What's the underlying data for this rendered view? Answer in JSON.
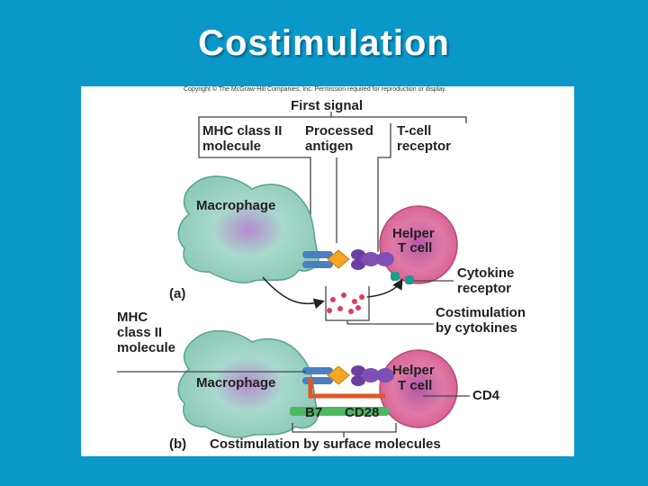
{
  "title": "Costimulation",
  "copyright": "Copyright © The McGraw-Hill Companies, Inc. Permission required for reproduction or display.",
  "labels": {
    "first_signal": "First signal",
    "mhc_top_1": "MHC class II",
    "mhc_top_2": "molecule",
    "processed_1": "Processed",
    "processed_2": "antigen",
    "tcr_1": "T-cell",
    "tcr_2": "receptor",
    "macrophage_a": "Macrophage",
    "helper_a_1": "Helper",
    "helper_a_2": "T cell",
    "cytokine_1": "Cytokine",
    "cytokine_2": "receptor",
    "panel_a": "(a)",
    "mhc_side_1": "MHC",
    "mhc_side_2": "class II",
    "mhc_side_3": "molecule",
    "cost_cyto_1": "Costimulation",
    "cost_cyto_2": "by cytokines",
    "macrophage_b": "Macrophage",
    "helper_b_1": "Helper",
    "helper_b_2": "T cell",
    "cd4": "CD4",
    "b7": "B7",
    "cd28": "CD28",
    "panel_b": "(b)",
    "cost_surface": "Costimulation by surface molecules"
  },
  "colors": {
    "background": "#0a98c8",
    "macrophage": "#9fd3c4",
    "helper_cell": "#d9608f",
    "antigen": "#f5a623",
    "receptor": "#6b3fa0",
    "b7_cd28": "#4cb860",
    "cd4": "#e0562a"
  }
}
